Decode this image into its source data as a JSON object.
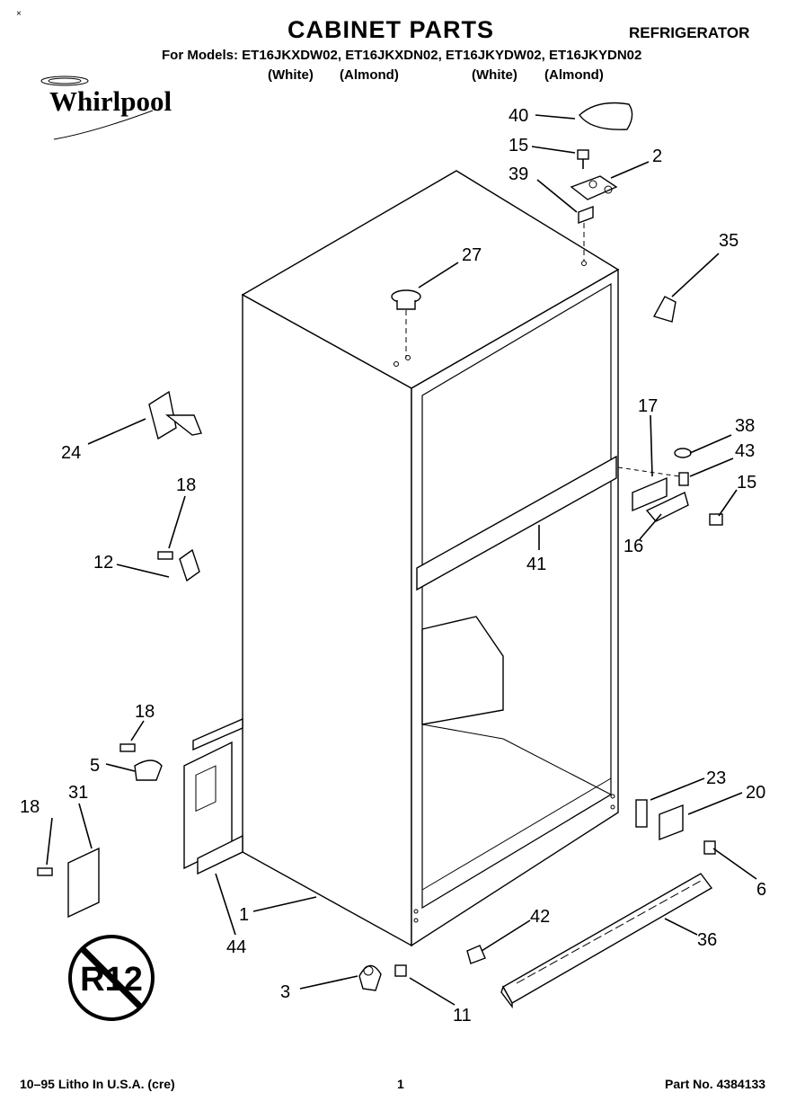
{
  "header": {
    "title": "CABINET PARTS",
    "category": "REFRIGERATOR",
    "models": "For Models: ET16JKXDW02, ET16JKXDN02, ET16JKYDW02, ET16JKYDN02",
    "variants": [
      "(White)",
      "(Almond)",
      "(White)",
      "(Almond)"
    ],
    "brand": "Whirlpool",
    "corner_mark": "×"
  },
  "badge": {
    "label": "R12"
  },
  "callouts": {
    "c40": "40",
    "c15a": "15",
    "c2": "2",
    "c39": "39",
    "c35": "35",
    "c27": "27",
    "c17": "17",
    "c38": "38",
    "c43": "43",
    "c15b": "15",
    "c16": "16",
    "c41": "41",
    "c24": "24",
    "c18a": "18",
    "c12": "12",
    "c18b": "18",
    "c5": "5",
    "c31": "31",
    "c18c": "18",
    "c23": "23",
    "c20": "20",
    "c6": "6",
    "c1": "1",
    "c44": "44",
    "c42": "42",
    "c36": "36",
    "c3": "3",
    "c11": "11"
  },
  "footer": {
    "left": "10–95 Litho In U.S.A. (cre)",
    "center": "1",
    "right": "Part No. 4384133"
  }
}
